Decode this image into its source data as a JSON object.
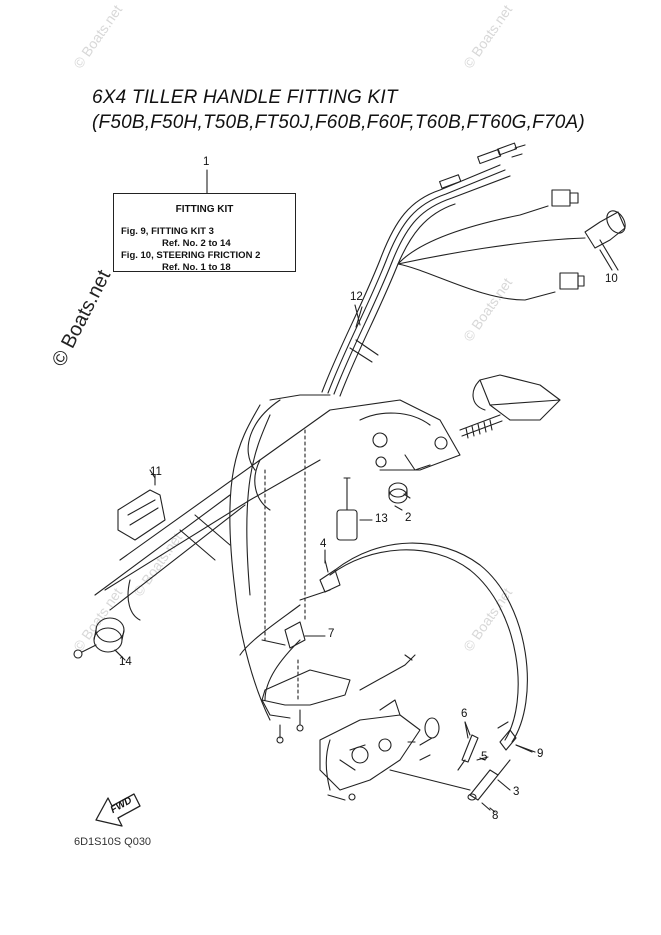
{
  "title": {
    "line1": "6X4 TILLER HANDLE FITTING KIT",
    "line2": "(F50B,F50H,T50B,FT50J,F60B,F60F,T60B,FT60G,F70A)"
  },
  "note_box": {
    "heading": "FITTING KIT",
    "lines": [
      "Fig. 9, FITTING KIT 3",
      "Ref. No. 2 to 14",
      "Fig. 10, STEERING FRICTION 2",
      "Ref. No. 1 to 18"
    ]
  },
  "callouts": [
    "1",
    "2",
    "3",
    "4",
    "5",
    "6",
    "7",
    "8",
    "9",
    "10",
    "11",
    "12",
    "13",
    "14"
  ],
  "fwd_label": "FWD",
  "diagram_code": "6D1S10S Q030",
  "watermark": "© Boats.net",
  "icons": [
    "fwd-arrow-icon"
  ]
}
